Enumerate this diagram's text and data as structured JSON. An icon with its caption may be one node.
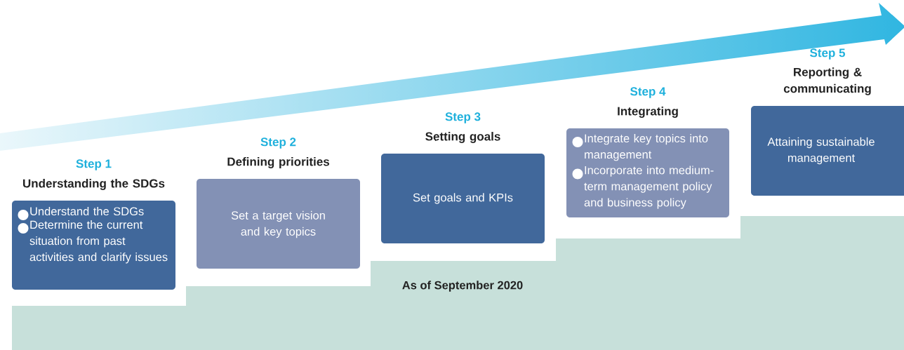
{
  "diagram": {
    "nodes": [
      {
        "text": [
          "Step 1",
          "Understanding the SDGs",
          "Understand the SDGs",
          "Determine the current situation from past activities and clarify issues"
        ]
      },
      {
        "text": [
          "Step 2",
          "Defining priorities",
          "Set a target vision and key topics"
        ]
      },
      {
        "text": [
          "Step 3",
          "Setting goals",
          "Set goals and KPIs"
        ]
      },
      {
        "text": [
          "Step 4",
          "Integrating",
          "Integrate key topics into management",
          "Incorporate into medium-term management policy and business policy"
        ]
      },
      {
        "text": [
          "Step 5",
          "Reporting & communicating",
          "Attaining sustainable management"
        ]
      }
    ],
    "labels": [
      "As of September 2020"
    ]
  }
}
